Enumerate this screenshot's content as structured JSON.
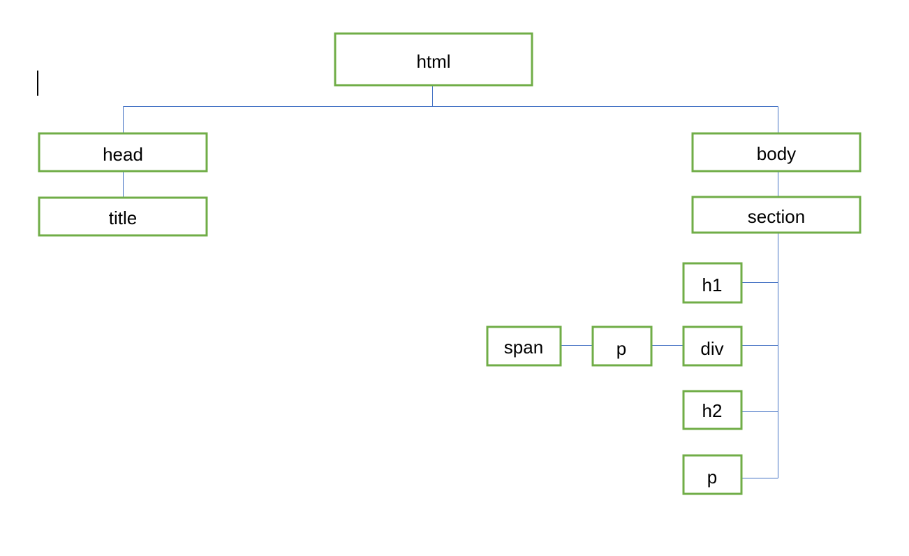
{
  "colors": {
    "node_border": "#70ad47",
    "connector": "#4472c4",
    "text": "#000000",
    "background": "#ffffff"
  },
  "nodes": {
    "html": "html",
    "head": "head",
    "title": "title",
    "body": "body",
    "section": "section",
    "h1": "h1",
    "div": "div",
    "p_inner": "p",
    "span": "span",
    "h2": "h2",
    "p_last": "p"
  },
  "edges": [
    [
      "html",
      "head"
    ],
    [
      "html",
      "body"
    ],
    [
      "head",
      "title"
    ],
    [
      "body",
      "section"
    ],
    [
      "section",
      "h1"
    ],
    [
      "section",
      "div"
    ],
    [
      "section",
      "h2"
    ],
    [
      "section",
      "p_last"
    ],
    [
      "div",
      "p_inner"
    ],
    [
      "p_inner",
      "span"
    ]
  ]
}
